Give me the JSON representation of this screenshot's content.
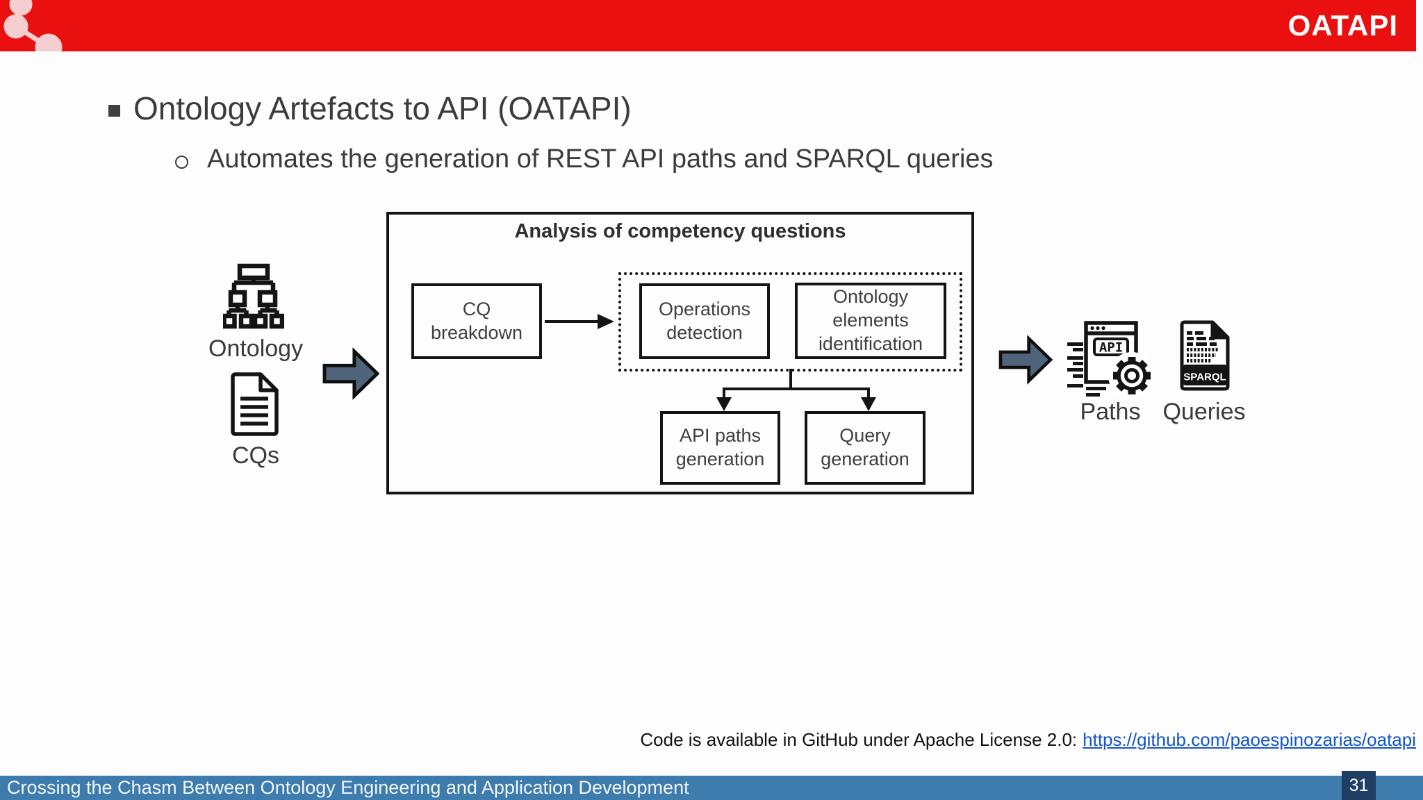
{
  "slide": {
    "brand": "OATAPI",
    "title": "Ontology Artefacts to API (OATAPI)",
    "subtitle": "Automates the generation of REST API paths and SPARQL queries"
  },
  "diagram": {
    "input_ontology_label": "Ontology",
    "input_cqs_label": "CQs",
    "container_title": "Analysis of competency questions",
    "cq_breakdown": "CQ\nbreakdown",
    "operations_detection": "Operations\ndetection",
    "ontology_elements": "Ontology\nelements\nidentification",
    "api_paths_generation": "API paths\ngeneration",
    "query_generation": "Query\ngeneration",
    "output_paths_label": "Paths",
    "output_queries_label": "Queries",
    "api_icon_text": "API",
    "sparql_icon_text": "SPARQL"
  },
  "footer": {
    "note": "Code is available in GitHub under Apache License 2.0:",
    "link_text": "https://github.com/paoespinozarias/oatapi"
  },
  "statusbar": {
    "title": "Crossing the Chasm Between Ontology Engineering and Application Development",
    "page_number": "31"
  },
  "colors": {
    "header_red": "#e9100f",
    "statusbar_blue": "#3d7cad",
    "page_badge_navy": "#1e3e63",
    "arrow_slate": "#4f637b",
    "link_blue": "#1155cc",
    "molecule_pink": "#f6ced2",
    "diagram_stroke": "#141414"
  }
}
